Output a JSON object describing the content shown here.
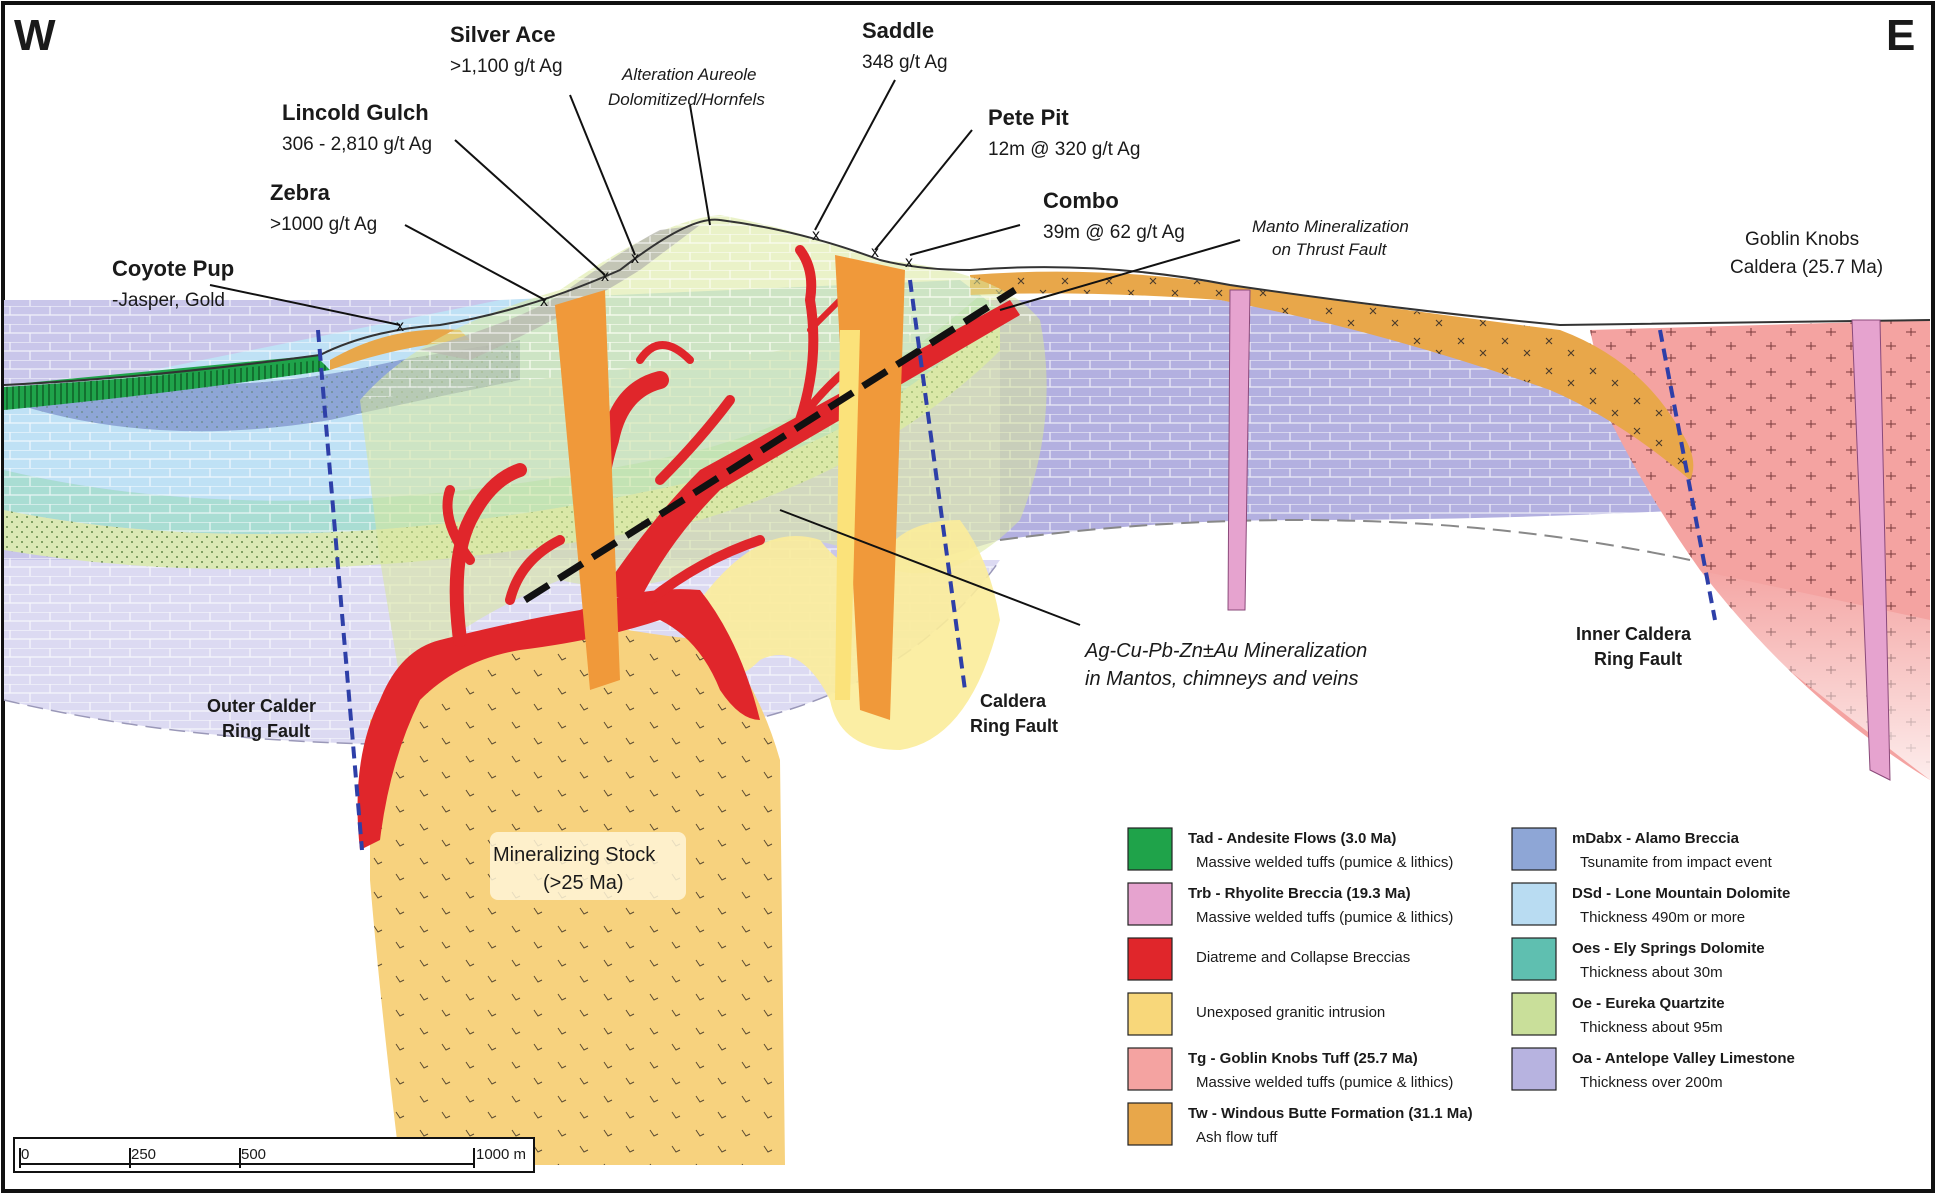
{
  "compass": {
    "west": "W",
    "east": "E"
  },
  "colors": {
    "andesite": "#1fa34a",
    "rhyolite": "#e6a3cf",
    "breccia_red": "#e0262b",
    "intrusion": "#f8d77a",
    "goblin_tuff": "#f4a3a1",
    "windous": "#e8a74a",
    "alamo": "#8ea6d6",
    "lone_mountain": "#b9dcf2",
    "ely_springs": "#5fbfb0",
    "eureka": "#c9df9a",
    "antelope": "#b7b3e0",
    "alteration": "#d9e89a",
    "fault_blue": "#2e3fa8"
  },
  "callouts": {
    "coyote_pup": {
      "name": "Coyote Pup",
      "detail": "-Jasper, Gold"
    },
    "zebra": {
      "name": "Zebra",
      "detail": ">1000 g/t Ag"
    },
    "lincold_gulch": {
      "name": "Lincold Gulch",
      "detail": "306 - 2,810 g/t Ag"
    },
    "silver_ace": {
      "name": "Silver Ace",
      "detail": ">1,100 g/t Ag"
    },
    "alteration": {
      "line1": "Alteration Aureole",
      "line2": "Dolomitized/Hornfels"
    },
    "saddle": {
      "name": "Saddle",
      "detail": "348 g/t Ag"
    },
    "pete_pit": {
      "name": "Pete Pit",
      "detail": "12m @ 320 g/t Ag"
    },
    "combo": {
      "name": "Combo",
      "detail": "39m @ 62 g/t Ag"
    },
    "manto": {
      "line1": "Manto Mineralization",
      "line2": "on Thrust Fault"
    },
    "goblin_knobs": {
      "line1": "Goblin Knobs",
      "line2": "Caldera (25.7 Ma)"
    },
    "mineralization": {
      "line1": "Ag-Cu-Pb-Zn±Au Mineralization",
      "line2": "in Mantos, chimneys and veins"
    },
    "outer_fault": {
      "line1": "Outer Calder",
      "line2": "Ring Fault"
    },
    "caldera_fault": {
      "line1": "Caldera",
      "line2": "Ring Fault"
    },
    "inner_fault": {
      "line1": "Inner Caldera",
      "line2": "Ring Fault"
    },
    "stock": {
      "line1": "Mineralizing Stock",
      "line2": "(>25 Ma)"
    }
  },
  "legend": [
    {
      "code": "Tad - Andesite Flows (3.0 Ma)",
      "desc": "Massive welded tuffs (pumice & lithics)",
      "swatch": "andesite"
    },
    {
      "code": "Trb - Rhyolite Breccia (19.3 Ma)",
      "desc": "Massive welded tuffs (pumice & lithics)",
      "swatch": "rhyolite"
    },
    {
      "code": "",
      "desc": "Diatreme and Collapse Breccias",
      "swatch": "breccia_red"
    },
    {
      "code": "",
      "desc": "Unexposed granitic intrusion",
      "swatch": "intrusion"
    },
    {
      "code": "Tg - Goblin Knobs Tuff (25.7 Ma)",
      "desc": "Massive welded tuffs (pumice & lithics)",
      "swatch": "goblin_tuff"
    },
    {
      "code": "Tw - Windous Butte Formation (31.1 Ma)",
      "desc": "Ash flow tuff",
      "swatch": "windous"
    },
    {
      "code": "mDabx - Alamo Breccia",
      "desc": "Tsunamite from impact event",
      "swatch": "alamo"
    },
    {
      "code": "DSd - Lone Mountain Dolomite",
      "desc": "Thickness 490m or more",
      "swatch": "lone_mountain"
    },
    {
      "code": "Oes - Ely Springs Dolomite",
      "desc": "Thickness about 30m",
      "swatch": "ely_springs"
    },
    {
      "code": "Oe - Eureka Quartzite",
      "desc": "Thickness about 95m",
      "swatch": "eureka"
    },
    {
      "code": "Oa - Antelope Valley Limestone",
      "desc": "Thickness over 200m",
      "swatch": "antelope"
    }
  ],
  "scale_bar": {
    "ticks": [
      "0",
      "250",
      "500",
      "1000 m"
    ]
  }
}
